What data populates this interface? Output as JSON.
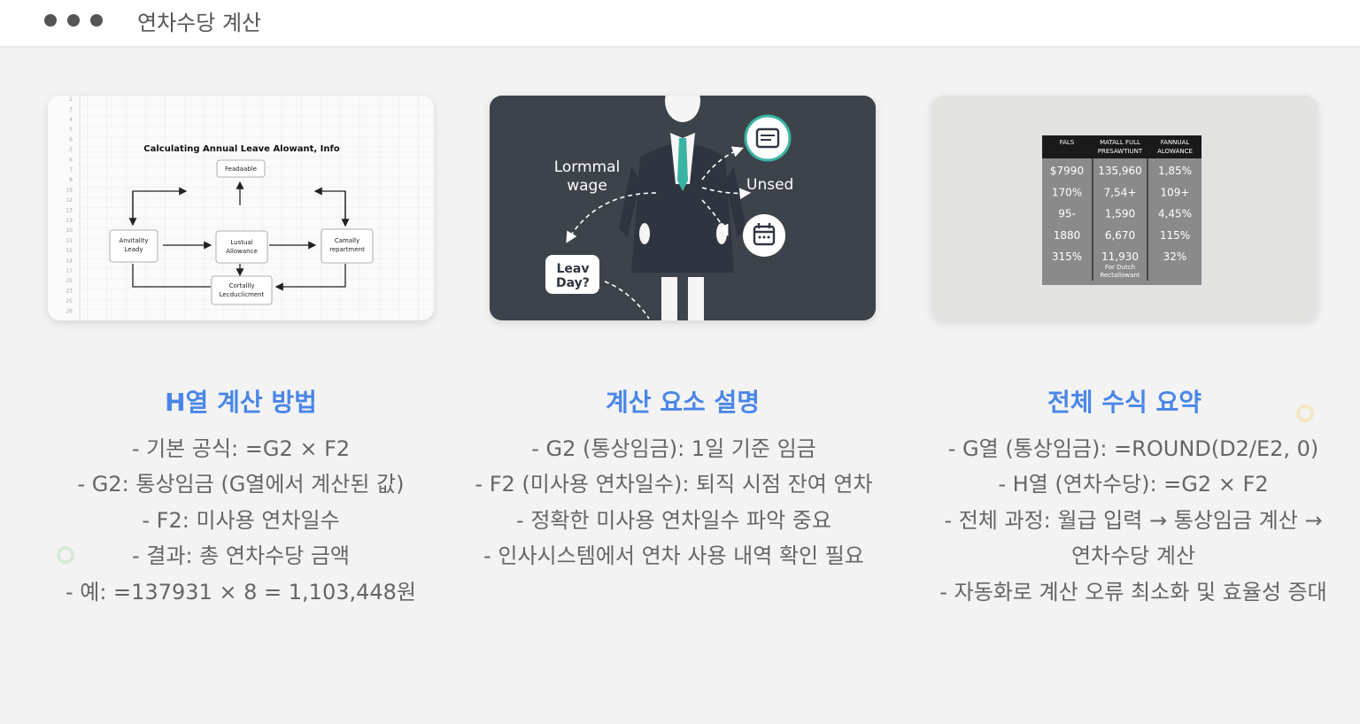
{
  "window": {
    "title": "연차수당 계산"
  },
  "cards": {
    "diagram": {
      "title": "Calculating Annual Leave Alowant, Info",
      "nodes": [
        "Feadaable",
        "Anvitality Leady",
        "Lustual Allowance",
        "Camally repartment",
        "Cortallly Lecduclicment"
      ],
      "row_numbers": [
        "2",
        "3",
        "4",
        "5",
        "6",
        "5",
        "6",
        "7",
        "8",
        "19",
        "12",
        "13",
        "13",
        "10",
        "11",
        "15",
        "14",
        "17",
        "25",
        "23",
        "25",
        "26"
      ]
    },
    "illustration": {
      "label_left": "Lormmal wage",
      "label_right": "Unsed",
      "label_bottom": "Leav Day?"
    },
    "table": {
      "headers": [
        "FALS",
        "MATALL FULL PRESAWTIUNT",
        "FANNUAL ALOWANCE"
      ],
      "rows": [
        [
          "$7990",
          "135,960",
          "1,85%"
        ],
        [
          "170%",
          "7,54+",
          "109+"
        ],
        [
          "95-",
          "1,590",
          "4,45%"
        ],
        [
          "1880",
          "6,670",
          "115%"
        ],
        [
          "315%",
          "11,930",
          "32%"
        ]
      ],
      "note": "For Dutch Rectallowant"
    }
  },
  "sections": [
    {
      "heading": "H열 계산 방법",
      "lines": [
        "- 기본 공식: =G2 × F2",
        "- G2: 통상임금 (G열에서 계산된 값)",
        "- F2: 미사용 연차일수",
        "- 결과: 총 연차수당 금액",
        "- 예: =137931 × 8 = 1,103,448원"
      ]
    },
    {
      "heading": "계산 요소 설명",
      "lines": [
        "- G2 (통상임금): 1일 기준 임금",
        "- F2 (미사용 연차일수): 퇴직 시점 잔여 연차",
        "- 정확한 미사용 연차일수 파악 중요",
        "- 인사시스템에서 연차 사용 내역 확인 필요"
      ]
    },
    {
      "heading": "전체 수식 요약",
      "lines": [
        "- G열 (통상임금): =ROUND(D2/E2, 0)",
        "- H열 (연차수당): =G2 × F2",
        "- 전체 과정: 월급 입력 → 통상임금 계산 →",
        "연차수당 계산",
        "- 자동화로 계산 오류 최소화 및 효율성 증대"
      ]
    }
  ],
  "colors": {
    "accent": "#4a86e8",
    "body_text": "#666666",
    "dark_card": "#3d434a",
    "table_header": "#1a1a1a"
  }
}
